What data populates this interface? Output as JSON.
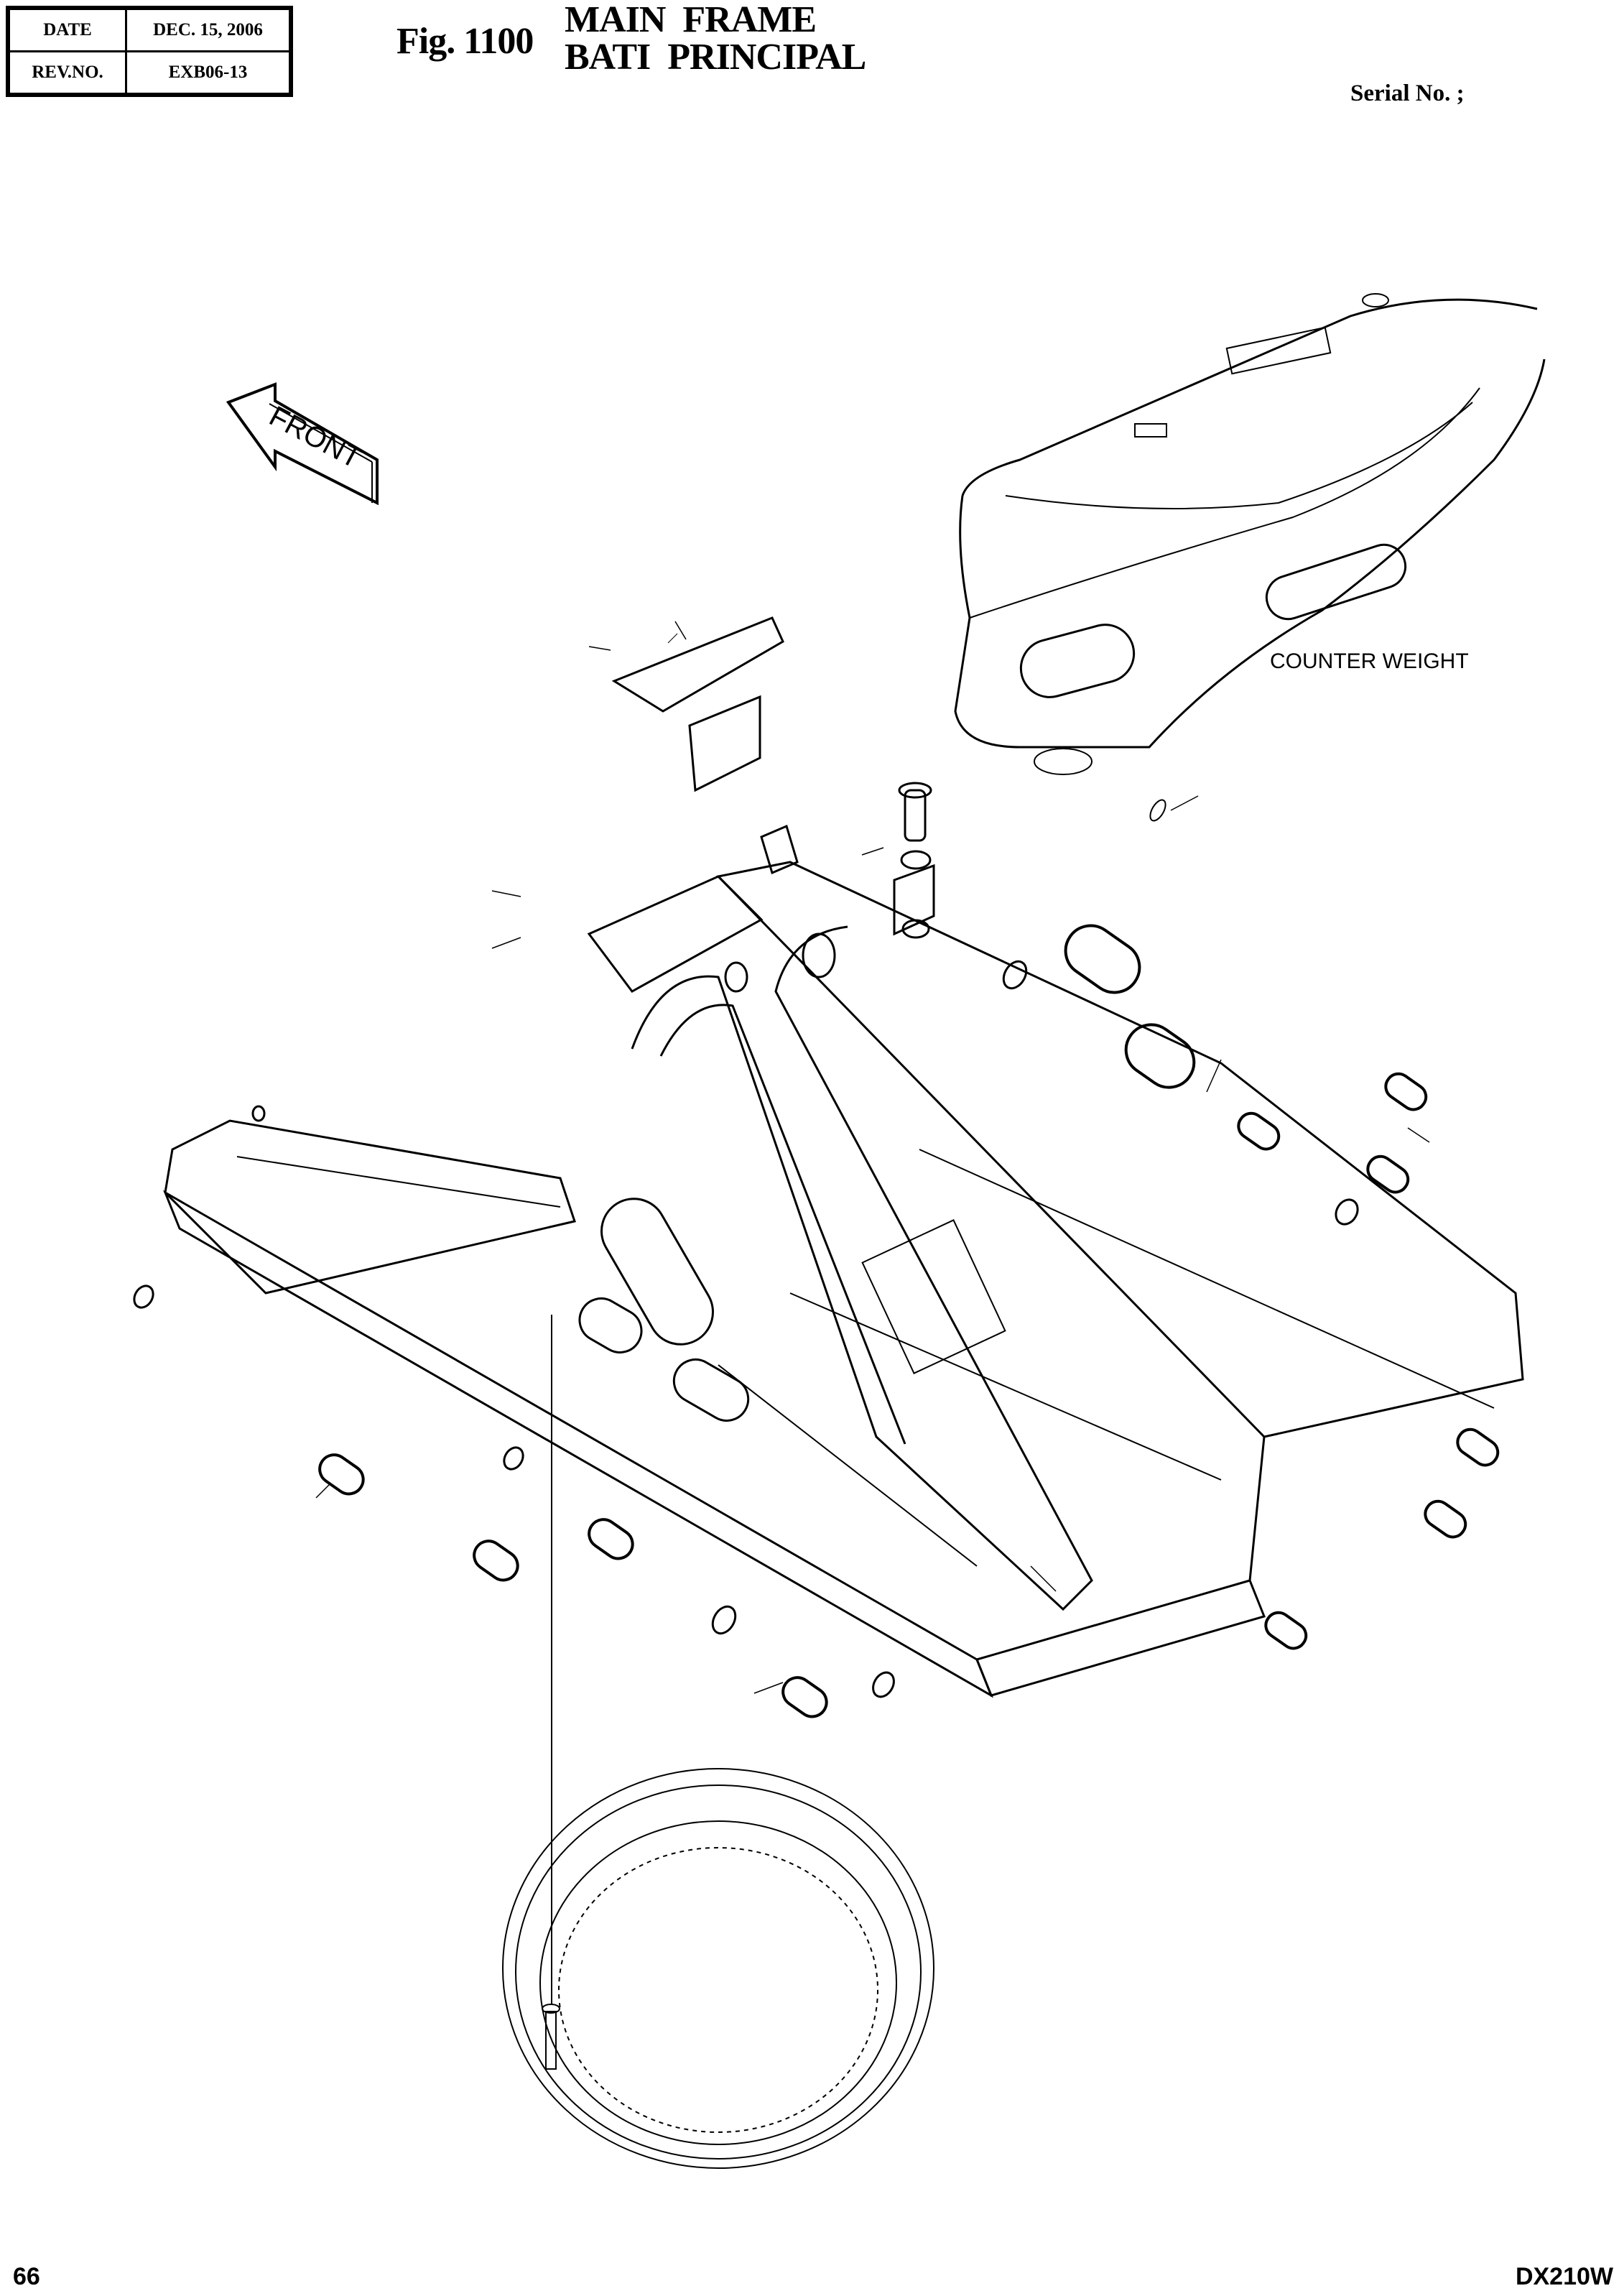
{
  "header": {
    "info_table": [
      {
        "label": "DATE",
        "value": "DEC. 15, 2006"
      },
      {
        "label": "REV.NO.",
        "value": "EXB06-13"
      }
    ],
    "figure_number": "Fig. 1100",
    "title_lines": [
      "MAIN  FRAME",
      "BATI  PRINCIPAL"
    ],
    "serial_no_label": "Serial No. ;"
  },
  "drawing": {
    "subject": "Exploded parts diagram of excavator main frame",
    "direction_arrow_label": "FRONT",
    "callout_labels": [
      "COUNTER WEIGHT"
    ],
    "components": [
      "main-frame",
      "counter-weight",
      "cover-plate",
      "bracket",
      "grommets",
      "washers",
      "bolts",
      "swing-bearing-ring-gear",
      "pin-bushing"
    ]
  },
  "footer": {
    "page_number": "66",
    "model": "DX210W"
  }
}
